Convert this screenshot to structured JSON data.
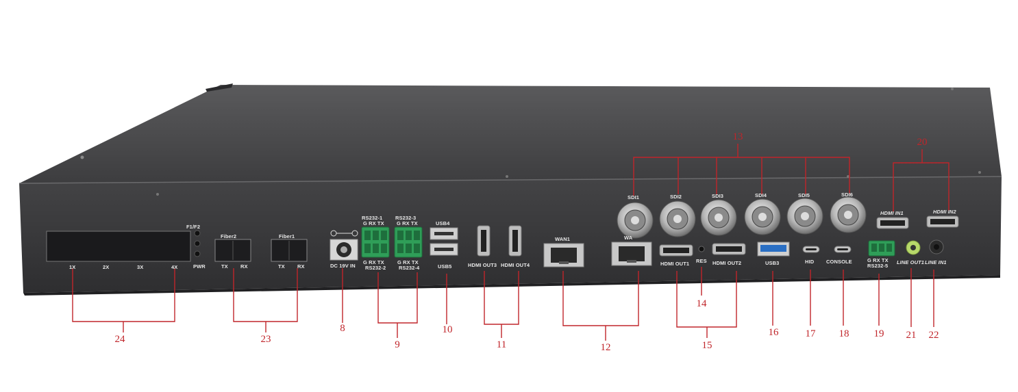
{
  "labels": {
    "f1f2": "F1/F2",
    "pwr": "PWR",
    "bay_1x": "1X",
    "bay_2x": "2X",
    "bay_3x": "3X",
    "bay_4x": "4X",
    "fiber2": "Fiber2",
    "fiber1": "Fiber1",
    "fiber2_tx": "TX",
    "fiber2_rx": "RX",
    "fiber1_tx": "TX",
    "fiber1_rx": "RX",
    "dc_in": "DC 19V IN",
    "rs232_1": "RS232-1",
    "rs232_1_pins": "G RX TX",
    "rs232_2_pins": "G RX TX",
    "rs232_2": "RS232-2",
    "rs232_3": "RS232-3",
    "rs232_3_pins": "G RX TX",
    "rs232_4_pins": "G RX TX",
    "rs232_4": "RS232-4",
    "usb4": "USB4",
    "usb5": "USB5",
    "hdmi_out3": "HDMI OUT3",
    "hdmi_out4": "HDMI OUT4",
    "wan1": "WAN1",
    "wan2": "WA",
    "sdi1": "SDI1",
    "sdi2": "SDI2",
    "sdi3": "SDI3",
    "sdi4": "SDI4",
    "sdi5": "SDI5",
    "sdi6": "SDI6",
    "hdmi_out1": "HDMI OUT1",
    "res": "RES",
    "hdmi_out2": "HDMI OUT2",
    "usb3": "USB3",
    "hid": "HID",
    "console": "CONSOLE",
    "rs232_5_pins": "G RX TX",
    "rs232_5": "RS232-5",
    "line_out1": "LINE OUT1",
    "line_in1": "LINE IN1",
    "hdmi_in1": "HDMI IN1",
    "hdmi_in2": "HDMI IN2"
  },
  "callouts": {
    "c8": "8",
    "c9": "9",
    "c10": "10",
    "c11": "11",
    "c12": "12",
    "c13": "13",
    "c14": "14",
    "c15": "15",
    "c16": "16",
    "c17": "17",
    "c18": "18",
    "c19": "19",
    "c20": "20",
    "c21": "21",
    "c22": "22",
    "c23": "23",
    "c24": "24"
  },
  "colors": {
    "chassis_top": "#4b4b4d",
    "front_panel": "#3a3a3c",
    "callout_red": "#c0252a",
    "terminal_green": "#2f9e58",
    "usb3_blue": "#2a6fc4",
    "line_out_green": "#b7d86a"
  }
}
